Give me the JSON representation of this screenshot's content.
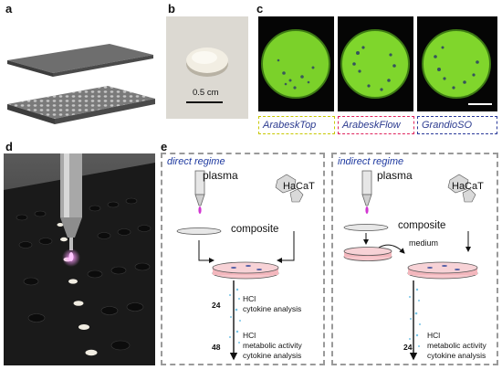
{
  "panels": {
    "a": {
      "letter": "a"
    },
    "b": {
      "letter": "b",
      "scale_label": "0.5 cm"
    },
    "c": {
      "letter": "c",
      "samples": [
        {
          "name": "ArabeskTop",
          "border_color": "#c8c800"
        },
        {
          "name": "ArabeskFlow",
          "border_color": "#e0245e"
        },
        {
          "name": "GrandioSO",
          "border_color": "#2a3a9a"
        }
      ]
    },
    "d": {
      "letter": "d"
    },
    "e": {
      "letter": "e",
      "direct": {
        "title": "direct regime",
        "plasma": "plasma",
        "cells": "HaCaT",
        "composite": "composite",
        "timepoints": [
          {
            "hours": "24",
            "lines": [
              "HCl",
              "cytokine analysis"
            ]
          },
          {
            "hours": "48",
            "lines": [
              "HCl",
              "metabolic activity",
              "cytokine analysis"
            ]
          }
        ]
      },
      "indirect": {
        "title": "indirect regime",
        "plasma": "plasma",
        "cells": "HaCaT",
        "composite": "composite",
        "medium": "medium",
        "timepoints": [
          {
            "hours": "24",
            "lines": [
              "HCl",
              "metabolic activity",
              "cytokine analysis"
            ]
          }
        ]
      }
    }
  }
}
